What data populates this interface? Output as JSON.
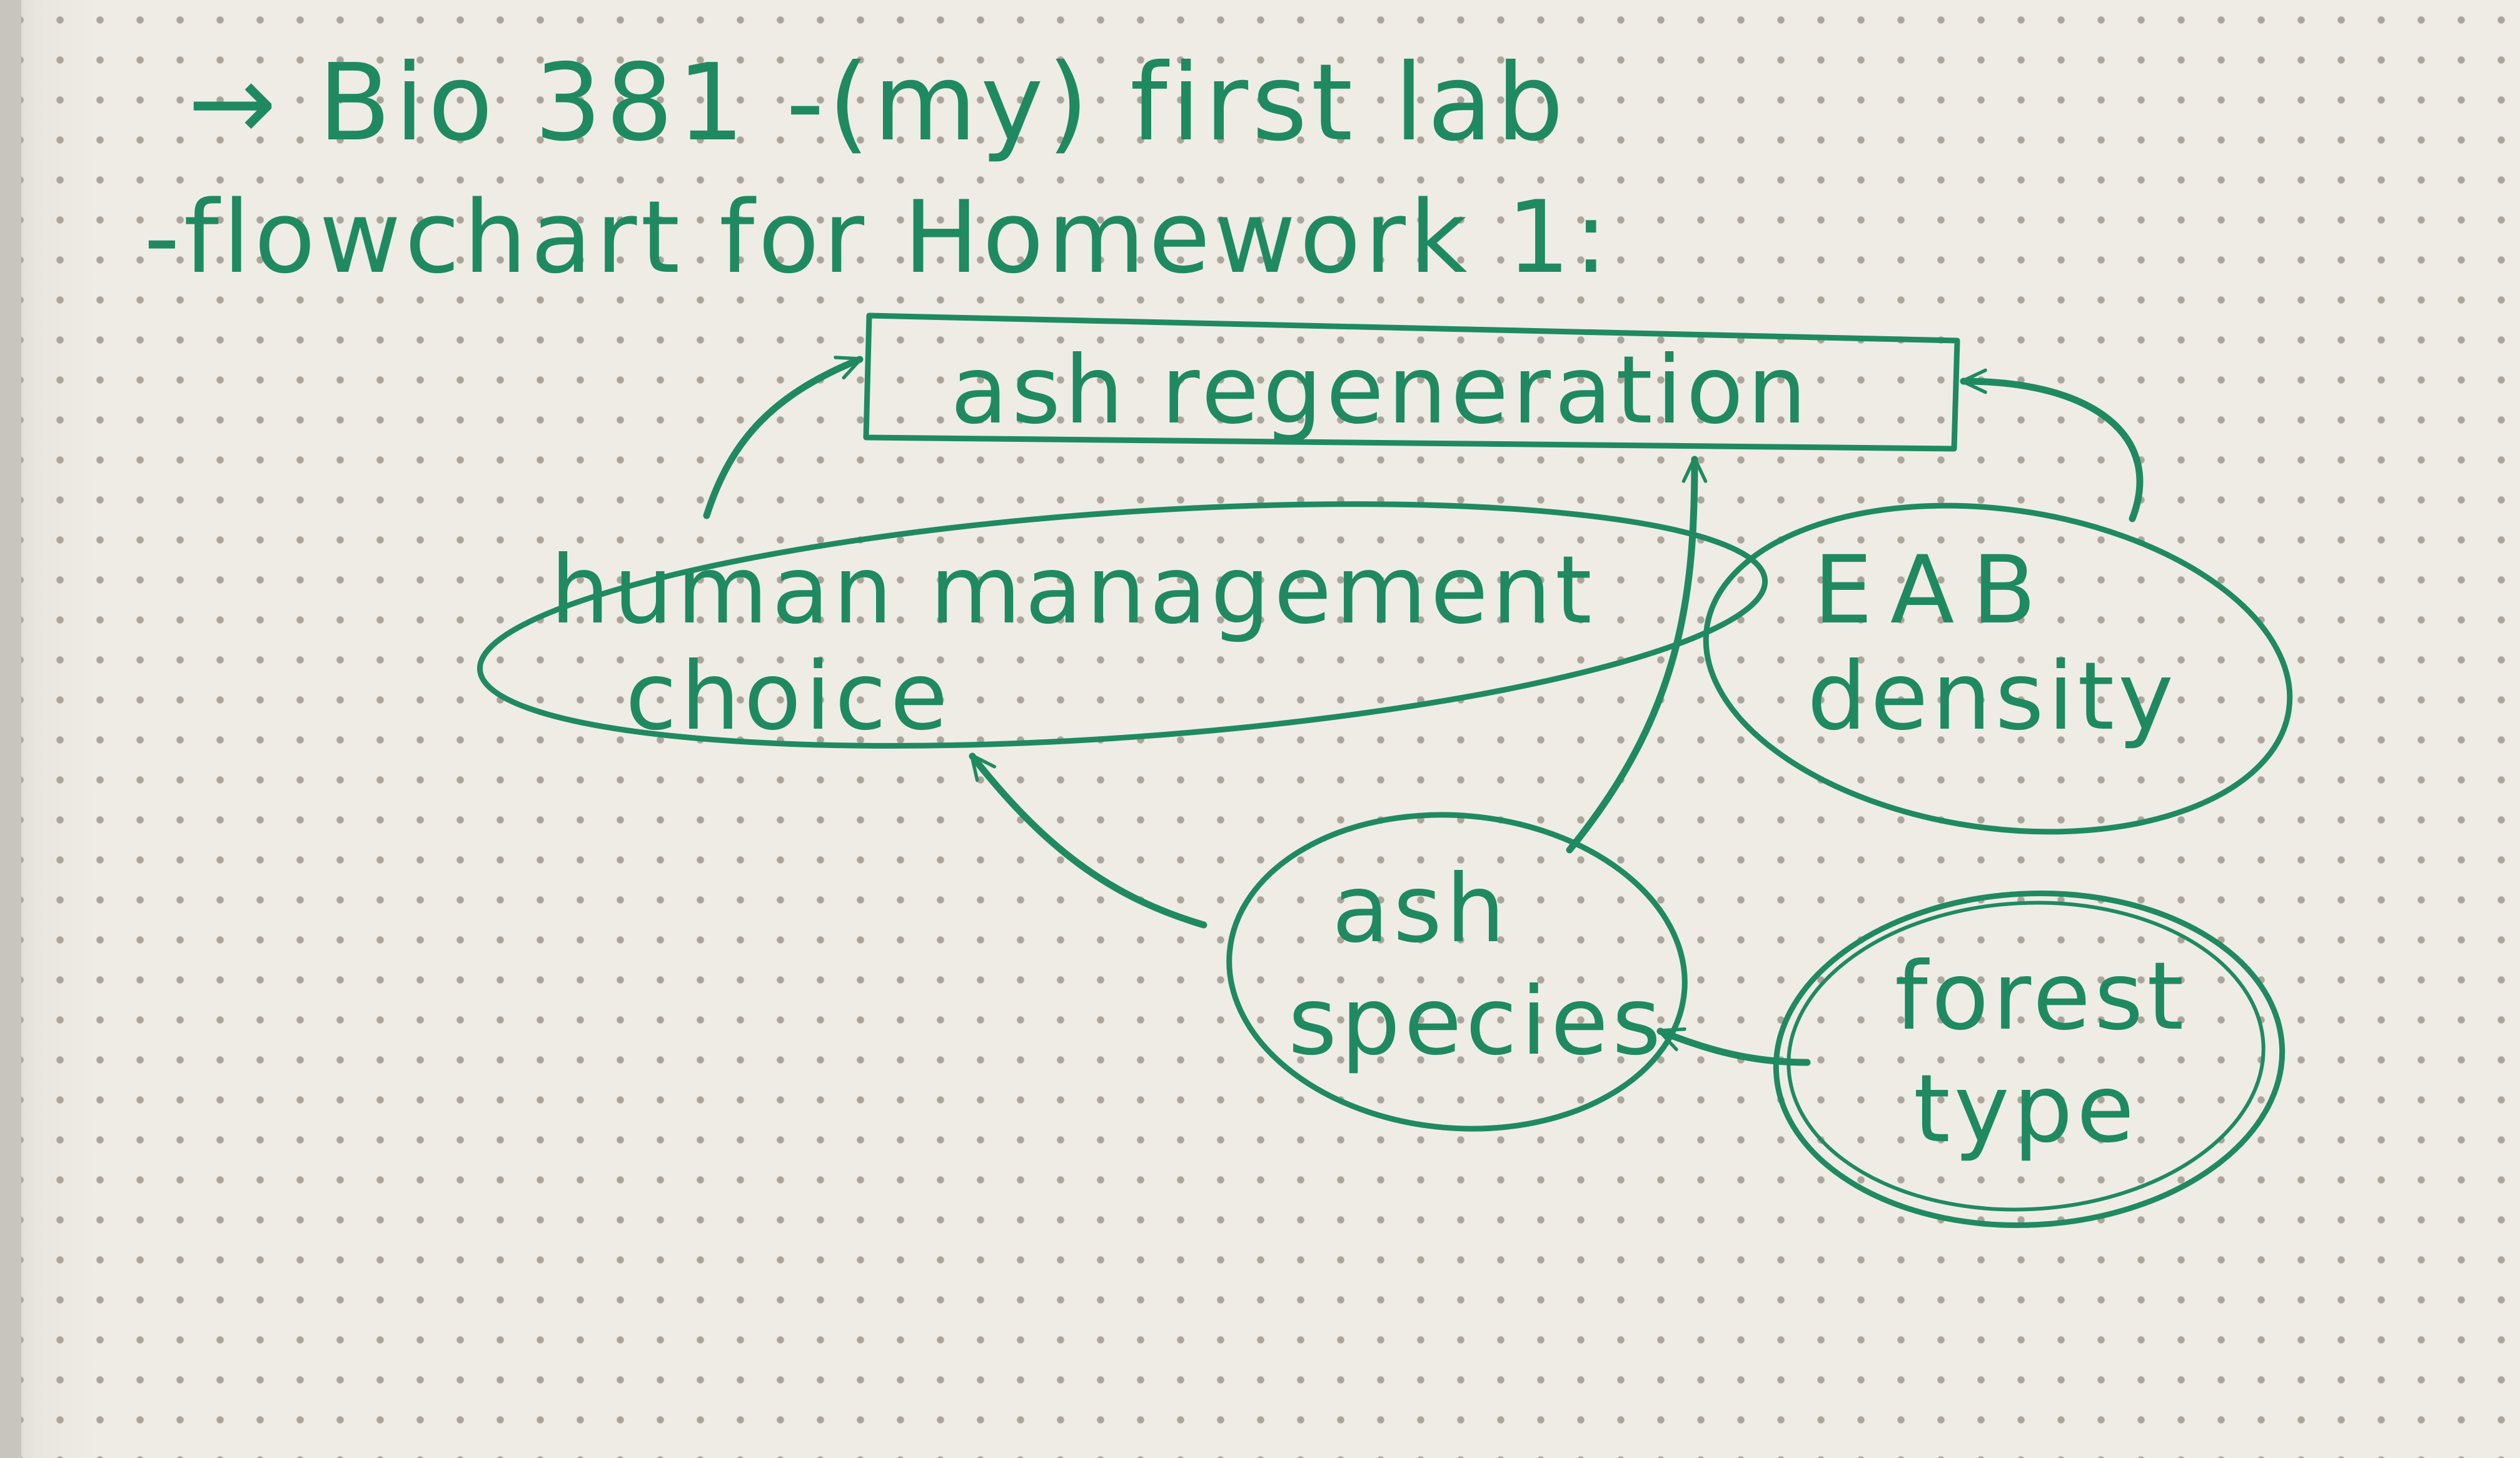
{
  "heading": {
    "line1": "→ Bio 381 -(my) first lab",
    "line2": "-flowchart for Homework 1:"
  },
  "nodes": {
    "ash_regeneration": "ash regeneration",
    "human_management": {
      "line1": "human management",
      "line2": "choice"
    },
    "eab_density": {
      "line1": "EAB",
      "line2": "density"
    },
    "ash_species": {
      "line1": "ash",
      "line2": "species"
    },
    "forest_type": {
      "line1": "forest",
      "line2": "type"
    }
  },
  "edges": [
    {
      "from": "human management choice",
      "to": "ash regeneration"
    },
    {
      "from": "EAB density",
      "to": "ash regeneration"
    },
    {
      "from": "ash species",
      "to": "ash regeneration"
    },
    {
      "from": "ash species",
      "to": "human management choice"
    },
    {
      "from": "forest type",
      "to": "ash species"
    }
  ],
  "colors": {
    "ink": "#1f8a62",
    "paper": "#efece6",
    "dots": "#aaa49a"
  }
}
